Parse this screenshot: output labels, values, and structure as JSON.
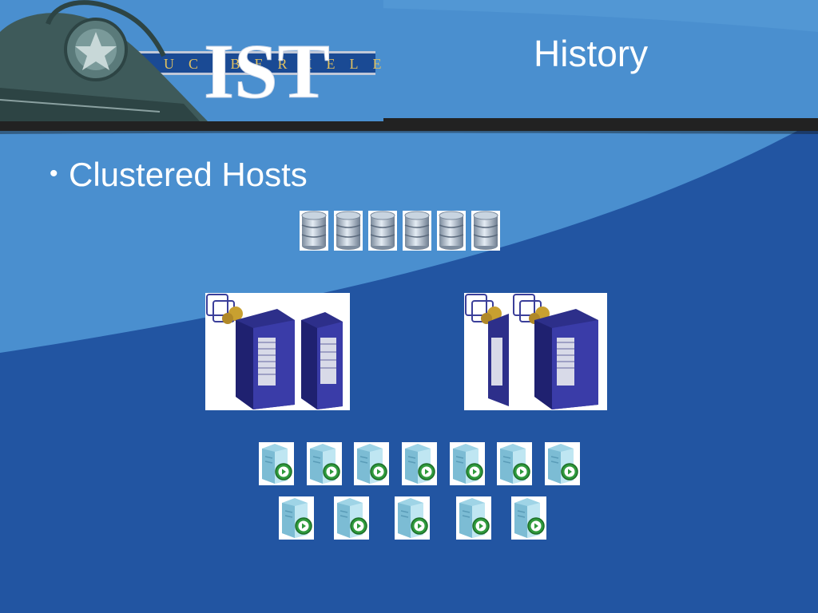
{
  "header": {
    "logo_subtitle": "UC BERKELEY",
    "logo_wordmark": "IST",
    "title": "History"
  },
  "content": {
    "bullets": [
      "Clustered Hosts"
    ]
  },
  "diagram": {
    "storage_icon": "database-cylinder-icon",
    "host_icon": "server-rack-icon",
    "vm_icon": "virtual-machine-icon",
    "storage_count": 6,
    "vm_row1_count": 7,
    "vm_row2_count": 5
  },
  "colors": {
    "background_dark": "#2255a2",
    "background_light": "#4a8fcf",
    "header_bar": "#222222",
    "text": "#ffffff"
  }
}
